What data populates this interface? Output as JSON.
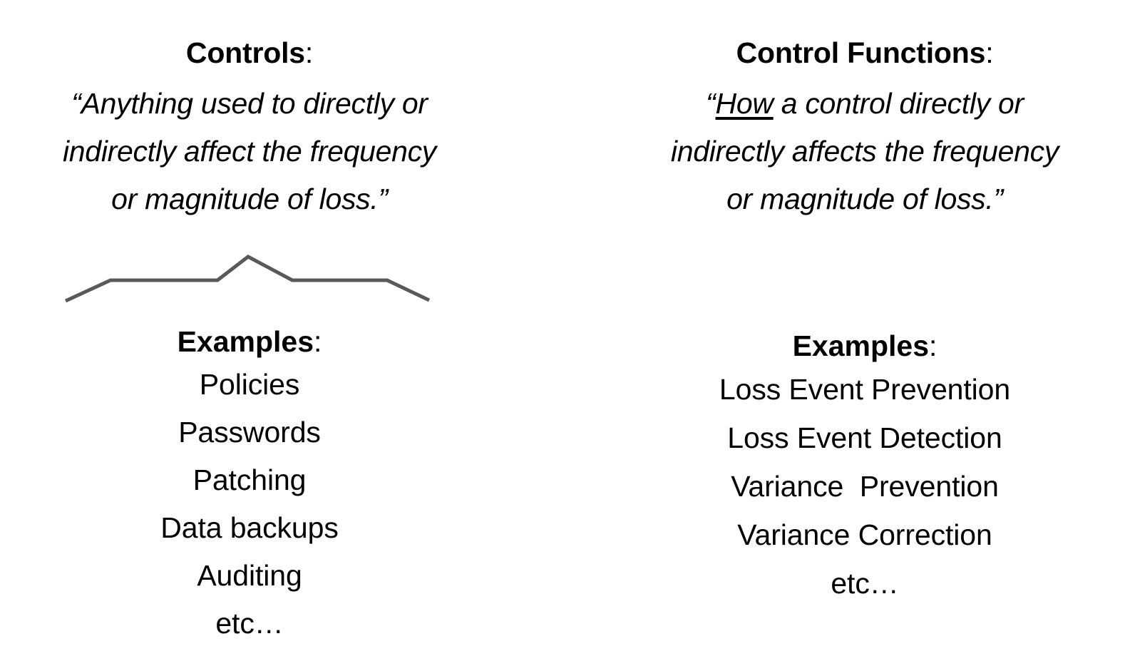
{
  "slide": {
    "background_color": "#ffffff",
    "text_color": "#000000",
    "brace_color": "#595959"
  },
  "columns": [
    {
      "id": "controls",
      "definition": {
        "term": "Controls",
        "term_punctuation": ":",
        "quote_lines": [
          "“Anything used to directly or",
          "indirectly affect the frequency",
          "or magnitude of loss.”"
        ],
        "quote_emphasis": ""
      },
      "separator": {
        "icon": "roof-brace-icon",
        "color": "#595959",
        "stroke_width": 5
      },
      "examples": {
        "title": "Examples",
        "title_punctuation": ":",
        "items": [
          "Policies",
          "Passwords",
          "Patching",
          "Data backups",
          "Auditing",
          "etc…"
        ]
      }
    },
    {
      "id": "control-functions",
      "definition": {
        "term": "Control Functions",
        "term_punctuation": ":",
        "quote_lines": [
          "“How a control directly or",
          "indirectly affects the frequency",
          "or magnitude of loss.”"
        ],
        "quote_emphasis": "How"
      },
      "separator": {
        "icon": "roof-brace-icon",
        "color": "#595959",
        "stroke_width": 5
      },
      "examples": {
        "title": "Examples",
        "title_punctuation": ":",
        "items": [
          "Loss Event Prevention",
          "Loss Event Detection",
          "Variance  Prevention",
          "Variance Correction",
          "etc…"
        ]
      }
    }
  ]
}
